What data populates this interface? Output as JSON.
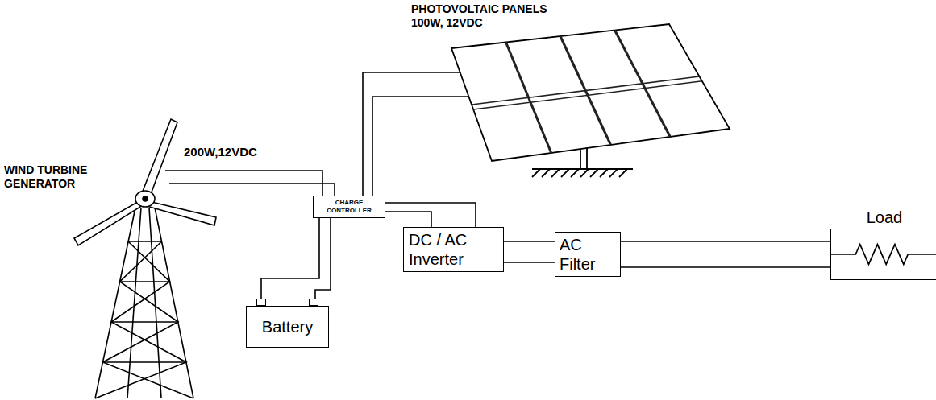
{
  "diagram": {
    "nodes": [
      {
        "text": [
          "CHARGE CONTROLLER"
        ]
      },
      {
        "text": [
          "Battery"
        ]
      },
      {
        "text": [
          "DC / AC Inverter"
        ]
      },
      {
        "text": [
          "AC Filter"
        ]
      },
      {
        "text": [
          "Load"
        ]
      }
    ],
    "edges": [
      {
        "from": 0,
        "to": 1,
        "arrow": "none"
      },
      {
        "from": 0,
        "to": 2,
        "arrow": "none"
      },
      {
        "from": 2,
        "to": 3,
        "arrow": "none"
      },
      {
        "from": 3,
        "to": 4,
        "arrow": "none"
      }
    ],
    "labels": [
      "WIND TURBINE GENERATOR",
      "200W,12VDC",
      "PHOTOVOLTAIC PANELS",
      "100W, 12VDC"
    ]
  }
}
